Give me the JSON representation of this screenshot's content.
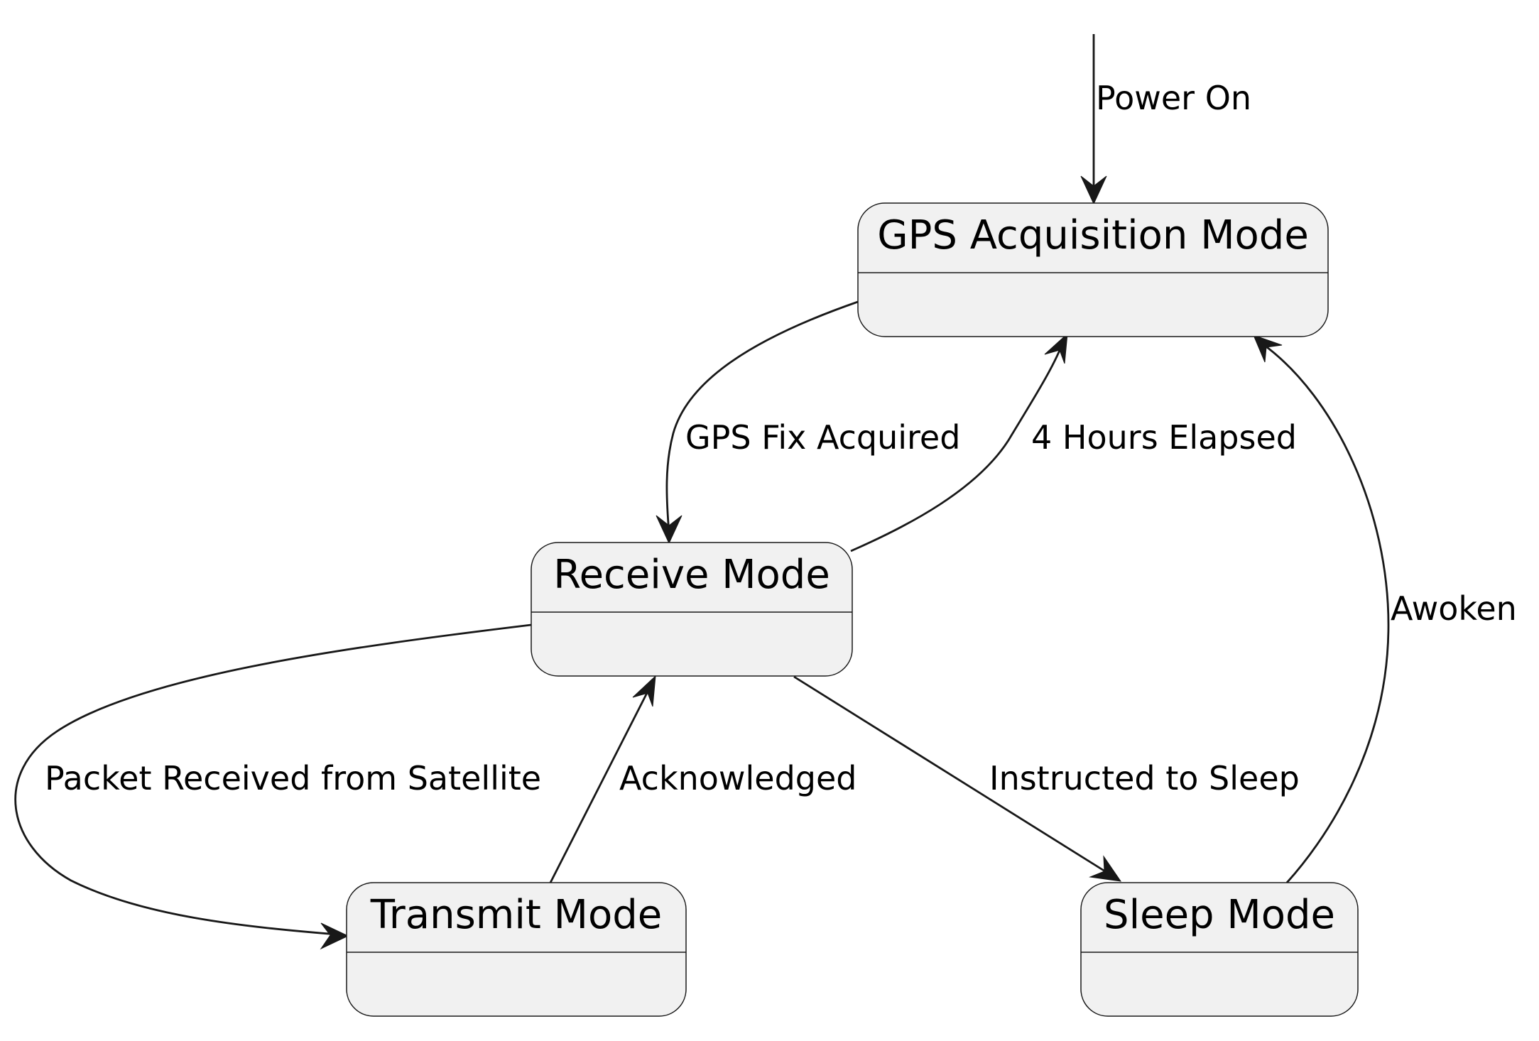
{
  "diagram": {
    "type": "state-diagram",
    "states": {
      "gps": "GPS Acquisition Mode",
      "receive": "Receive Mode",
      "transmit": "Transmit Mode",
      "sleep": "Sleep Mode"
    },
    "transitions": {
      "power_on": {
        "from": "[*]",
        "to": "GPS Acquisition Mode",
        "label": "Power On"
      },
      "gps_fix": {
        "from": "GPS Acquisition Mode",
        "to": "Receive Mode",
        "label": "GPS Fix Acquired"
      },
      "hours_elapsed": {
        "from": "Receive Mode",
        "to": "GPS Acquisition Mode",
        "label": "4 Hours Elapsed"
      },
      "packet_received": {
        "from": "Receive Mode",
        "to": "Transmit Mode",
        "label": "Packet Received from Satellite"
      },
      "acknowledged": {
        "from": "Transmit Mode",
        "to": "Receive Mode",
        "label": "Acknowledged"
      },
      "instructed_sleep": {
        "from": "Receive Mode",
        "to": "Sleep Mode",
        "label": "Instructed to Sleep"
      },
      "awoken": {
        "from": "Sleep Mode",
        "to": "GPS Acquisition Mode",
        "label": "Awoken"
      }
    },
    "colors": {
      "state_fill": "#f1f1f1",
      "stroke": "#181818",
      "text": "#000000",
      "background": "#ffffff"
    }
  }
}
